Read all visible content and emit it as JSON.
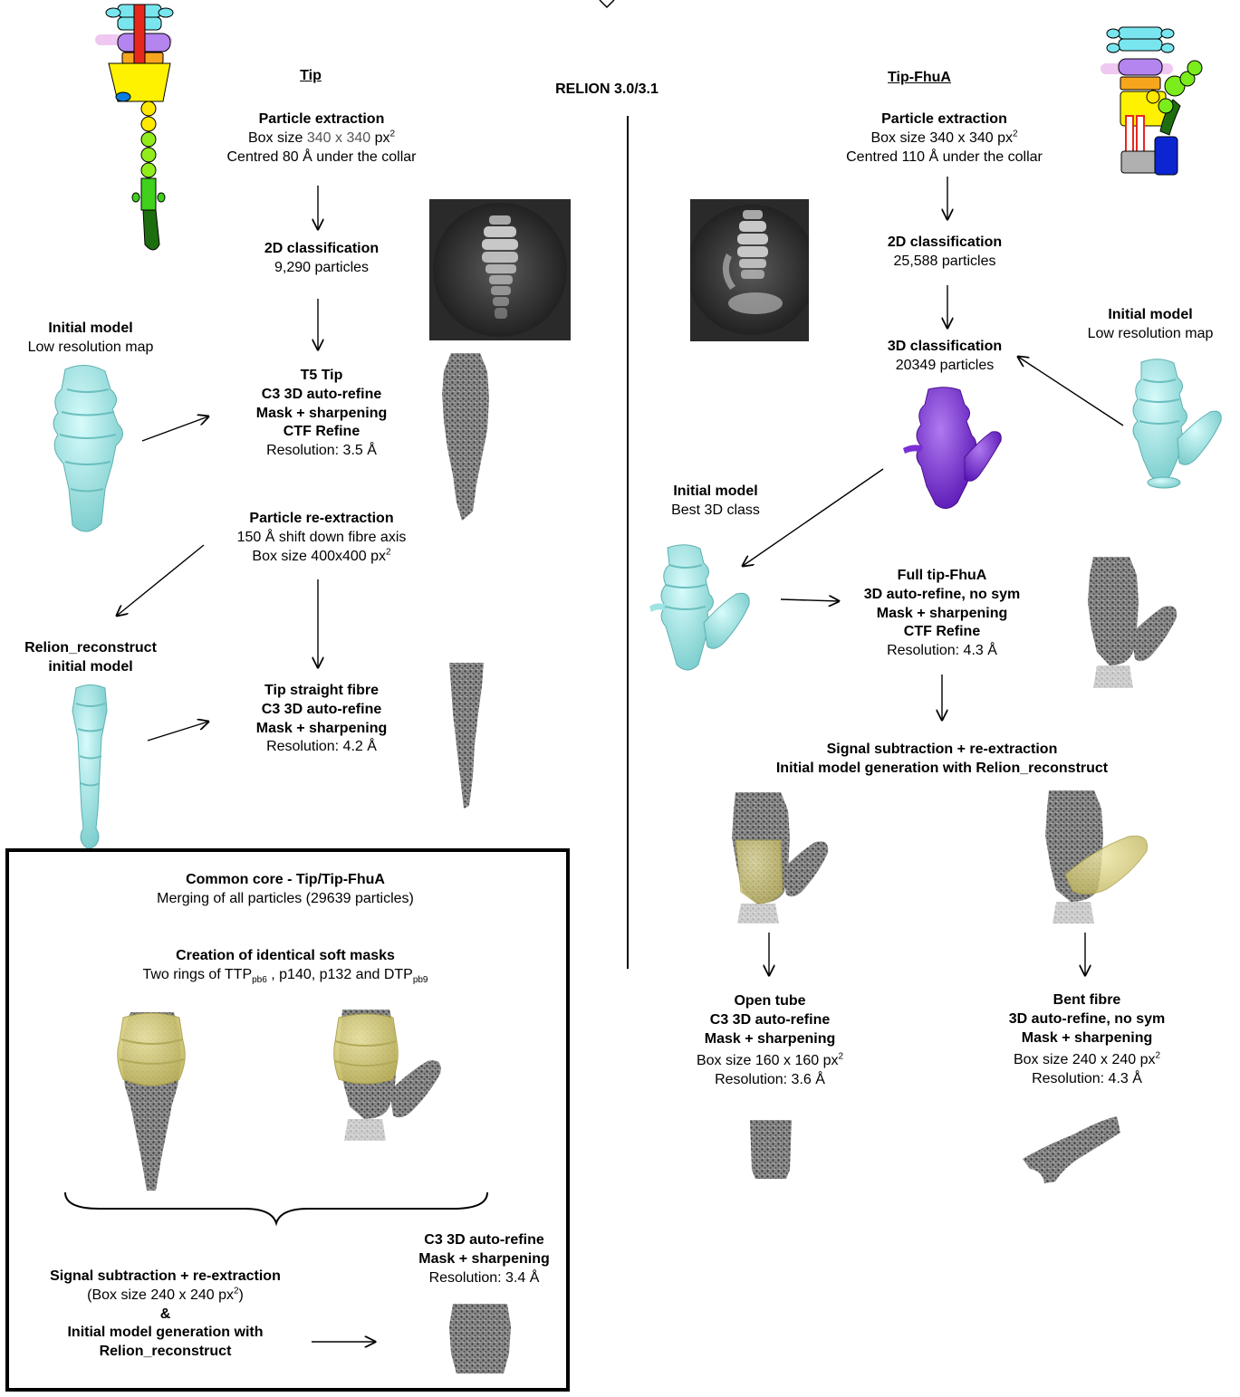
{
  "header": {
    "tip": "Tip",
    "relion": "RELION 3.0/3.1",
    "tipfhua": "Tip-FhuA"
  },
  "left": {
    "extraction": {
      "title": "Particle extraction",
      "box_a": "Box size ",
      "box_val": "340 x 340",
      "box_b": " px",
      "box_sup": "2",
      "centred": "Centred 80 Å under the collar"
    },
    "class2d": {
      "title": "2D classification",
      "count": "9,290 particles"
    },
    "initial": {
      "title": "Initial model",
      "sub": "Low resolution map"
    },
    "t5tip": {
      "l1": "T5 Tip",
      "l2": "C3 3D auto-refine",
      "l3": "Mask + sharpening",
      "l4": "CTF Refine",
      "res": "Resolution: 3.5 Å"
    },
    "reextract": {
      "title": "Particle re-extraction",
      "l2": "150 Å shift down fibre axis",
      "l3a": "Box size 400x400 px",
      "l3sup": "2"
    },
    "relion_recon": {
      "l1": "Relion_reconstruct",
      "l2": "initial model"
    },
    "straight": {
      "l1": "Tip straight fibre",
      "l2": "C3 3D auto-refine",
      "l3": "Mask + sharpening",
      "res": "Resolution: 4.2 Å"
    }
  },
  "right": {
    "extraction": {
      "title": "Particle extraction",
      "box_a": "Box size ",
      "box_val": "340 x 340",
      "box_b": " px",
      "box_sup": "2",
      "centred": "Centred 110 Å under the collar"
    },
    "class2d": {
      "title": "2D classification",
      "count": "25,588 particles"
    },
    "class3d": {
      "title": "3D classification",
      "count": "20349 particles"
    },
    "initial_low": {
      "title": "Initial model",
      "sub": "Low resolution map"
    },
    "initial_best": {
      "title": "Initial model",
      "sub": "Best 3D class"
    },
    "full": {
      "l1": "Full tip-FhuA",
      "l2": "3D auto-refine, no sym",
      "l3": "Mask + sharpening",
      "l4": "CTF Refine",
      "res": "Resolution: 4.3 Å"
    },
    "signal": {
      "l1": "Signal subtraction + re-extraction",
      "l2": "Initial model generation with Relion_reconstruct"
    },
    "open_tube": {
      "l1": "Open tube",
      "l2": "C3 3D auto-refine",
      "l3": "Mask + sharpening",
      "box_a": "Box size 160 x 160 px",
      "box_sup": "2",
      "res": "Resolution: 3.6 Å"
    },
    "bent": {
      "l1": "Bent fibre",
      "l2": "3D auto-refine, no sym",
      "l3": "Mask + sharpening",
      "box_a": "Box size 240 x 240 px",
      "box_sup": "2",
      "res": "Resolution: 4.3 Å"
    }
  },
  "core": {
    "title": "Common core - Tip/Tip-FhuA",
    "merge": "Merging of all particles (29639 particles)",
    "masks_title": "Creation of identical soft masks",
    "masks_a": "Two rings of TTP",
    "masks_sub1": "pb6",
    "masks_b": " , p140, p132 and DTP",
    "masks_sub2": "pb9",
    "signal_l1": "Signal subtraction + re-extraction",
    "signal_box_a": "(Box size 240 x 240 px",
    "signal_box_sup": "2",
    "signal_box_b": ")",
    "amp": "&",
    "signal_l3": "Initial model generation with",
    "signal_l4": "Relion_reconstruct",
    "refine_l1": "C3 3D auto-refine",
    "refine_l2": "Mask + sharpening",
    "refine_res": "Resolution: 3.4 Å"
  },
  "colors": {
    "cyan_map": "#9fe3e3",
    "purple_map": "#7b2fd6",
    "yellow_mask": "#d8cf7a",
    "grey_density": "#6e6e6e",
    "box_value": "#555555"
  }
}
